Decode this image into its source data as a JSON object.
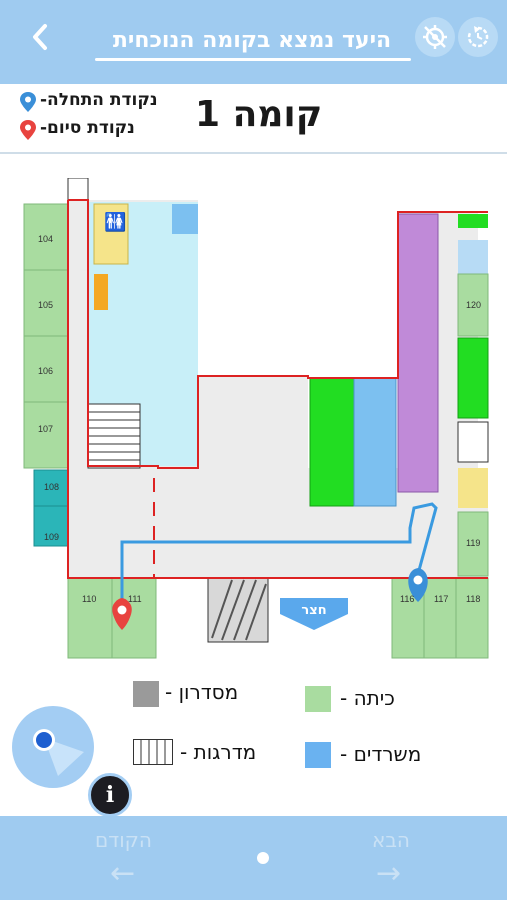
{
  "header": {
    "title": "היעד נמצא בקומה הנוכחית",
    "back_icon": "chevron-left-icon",
    "location_off_icon": "location-off-icon",
    "refresh_icon": "refresh-icon"
  },
  "floor": {
    "title": "קומה 1",
    "start_label": "נקודת התחלה-",
    "end_label": "נקודת סיום-",
    "start_color": "#3a8fd8",
    "end_color": "#e8433f"
  },
  "map": {
    "rooms": [
      "104",
      "105",
      "106",
      "107",
      "108",
      "109",
      "110",
      "111",
      "116",
      "117",
      "118",
      "119",
      "120"
    ],
    "back_label": "חצר"
  },
  "legend": {
    "classroom": "כיתה -",
    "offices": "משרדים -",
    "corridor": "מסדרון -",
    "stairs": "מדרגות -",
    "classroom_color": "#a9dca0",
    "office_color": "#6ab2f0",
    "corridor_color": "#9a9a9a"
  },
  "nav": {
    "prev": "הקודם",
    "next": "הבא"
  }
}
